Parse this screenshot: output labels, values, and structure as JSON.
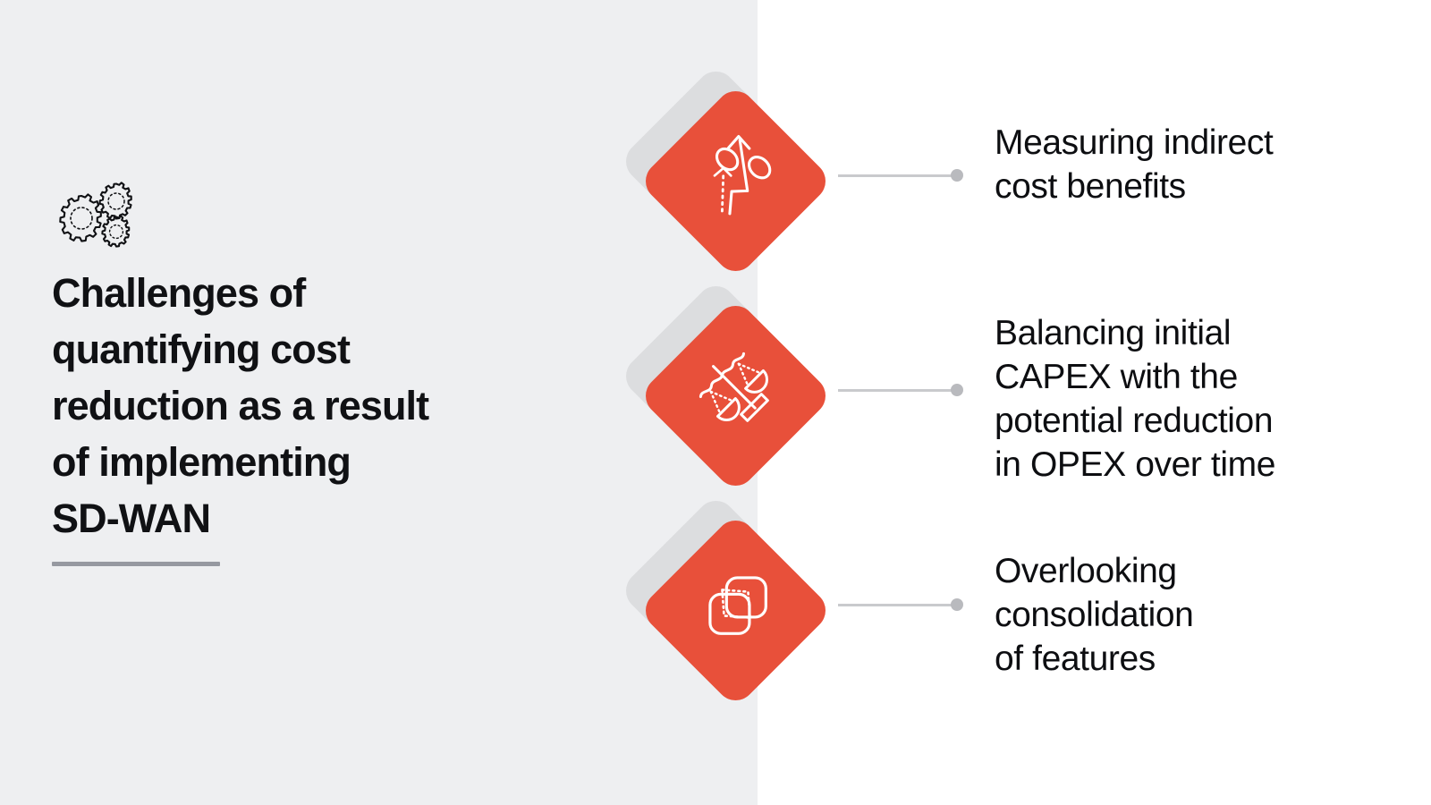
{
  "slide": {
    "background_color": "#ffffff",
    "left_panel_color": "#eeeff1",
    "accent_color": "#e8503a",
    "shadow_color": "#dcdddf",
    "connector_color": "#c9cacd",
    "text_color": "#0d0e11",
    "rule_color": "#9699a1"
  },
  "header": {
    "icon": "gears-icon",
    "title": "Challenges of\nquantifying cost\nreduction as a result\nof implementing\nSD-WAN"
  },
  "items": [
    {
      "icon": "percent-growth-icon",
      "label": "Measuring indirect\ncost benefits"
    },
    {
      "icon": "balance-scale-icon",
      "label": "Balancing initial\nCAPEX with the\npotential reduction\nin OPEX over time"
    },
    {
      "icon": "overlapping-shapes-icon",
      "label": "Overlooking\nconsolidation\nof features"
    }
  ]
}
